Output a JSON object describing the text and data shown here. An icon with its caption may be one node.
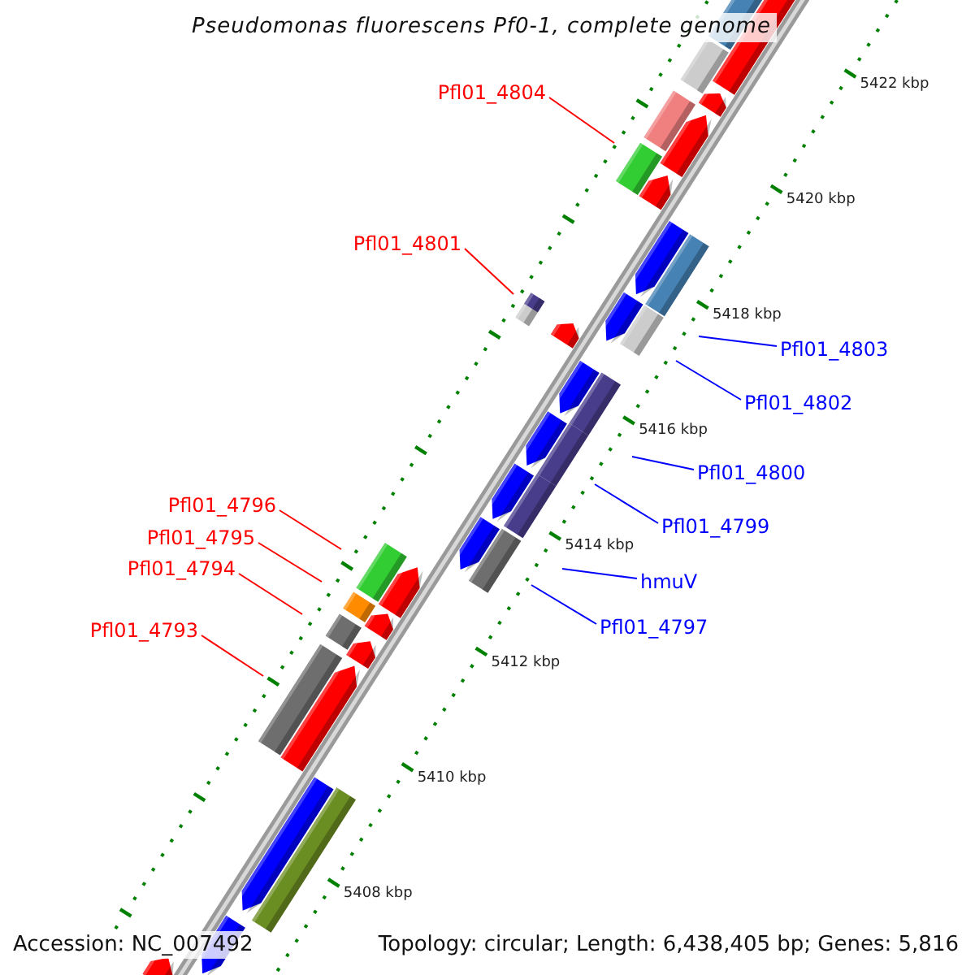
{
  "diagram": {
    "title": "Pseudomonas fluorescens Pf0-1, complete genome",
    "nodes": [
      {
        "text": [
          "Pfl01_4804"
        ]
      },
      {
        "text": [
          "Pfl01_4801"
        ]
      },
      {
        "text": [
          "Pfl01_4803"
        ]
      },
      {
        "text": [
          "Pfl01_4802"
        ]
      },
      {
        "text": [
          "Pfl01_4800"
        ]
      },
      {
        "text": [
          "Pfl01_4796"
        ]
      },
      {
        "text": [
          "Pfl01_4799"
        ]
      },
      {
        "text": [
          "Pfl01_4795"
        ]
      },
      {
        "text": [
          "Pfl01_4794"
        ]
      },
      {
        "text": [
          "hmuV"
        ]
      },
      {
        "text": [
          "Pfl01_4797"
        ]
      },
      {
        "text": [
          "Pfl01_4793"
        ]
      }
    ],
    "edges": [
      {
        "from": 0,
        "to": null,
        "arrow": "none",
        "color": "#ff0000"
      },
      {
        "from": 1,
        "to": null,
        "arrow": "none",
        "color": "#ff0000"
      },
      {
        "from": 2,
        "to": null,
        "arrow": "none",
        "color": "#0000ff"
      },
      {
        "from": 3,
        "to": null,
        "arrow": "none",
        "color": "#0000ff"
      },
      {
        "from": 4,
        "to": null,
        "arrow": "none",
        "color": "#0000ff"
      },
      {
        "from": 5,
        "to": null,
        "arrow": "none",
        "color": "#ff0000"
      },
      {
        "from": 6,
        "to": null,
        "arrow": "none",
        "color": "#0000ff"
      },
      {
        "from": 7,
        "to": null,
        "arrow": "none",
        "color": "#ff0000"
      },
      {
        "from": 8,
        "to": null,
        "arrow": "none",
        "color": "#ff0000"
      },
      {
        "from": 9,
        "to": null,
        "arrow": "none",
        "color": "#0000ff"
      },
      {
        "from": 10,
        "to": null,
        "arrow": "none",
        "color": "#0000ff"
      },
      {
        "from": 11,
        "to": null,
        "arrow": "none",
        "color": "#ff0000"
      }
    ],
    "labels": [
      "5422 kbp",
      "5420 kbp",
      "5418 kbp",
      "5416 kbp",
      "5414 kbp",
      "5412 kbp",
      "5410 kbp",
      "5408 kbp",
      "Accession: NC_007492",
      "Topology: circular; Length: 6,438,405 bp; Genes: 5,816"
    ]
  }
}
